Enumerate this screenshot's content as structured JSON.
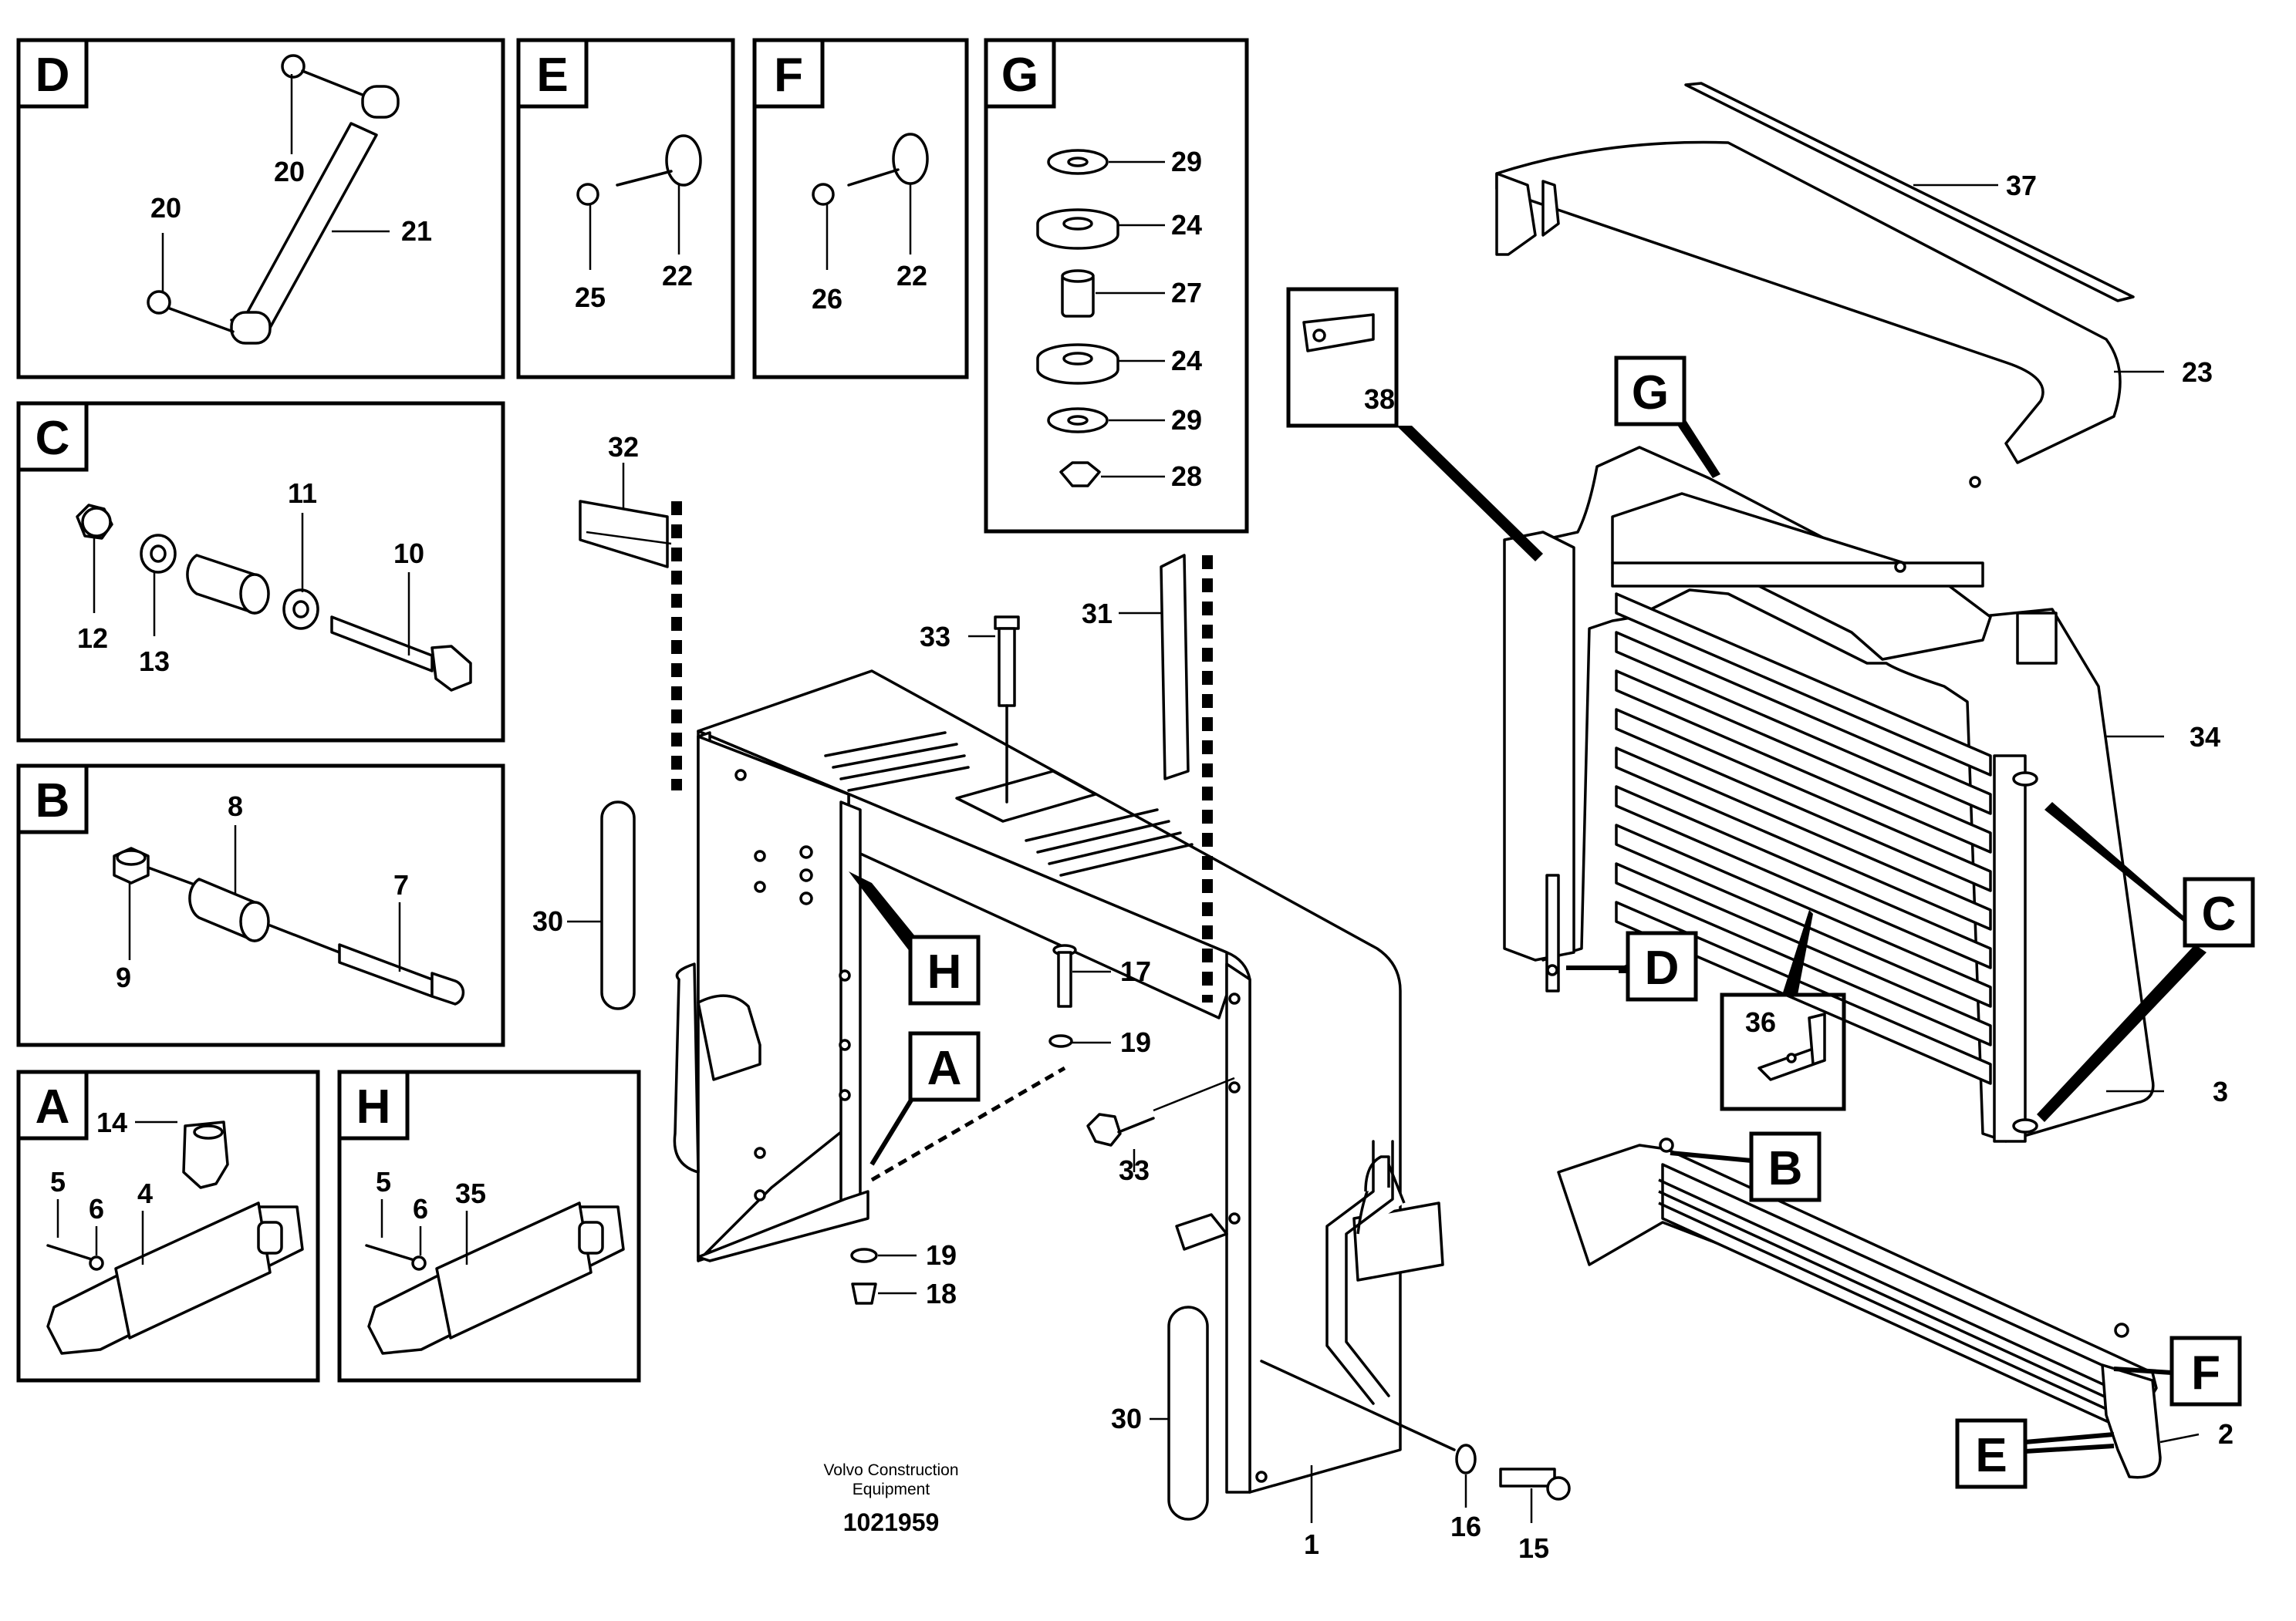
{
  "diagram": {
    "detail_tags": [
      "D",
      "E",
      "F",
      "G",
      "C",
      "B",
      "A",
      "H"
    ],
    "callout_tags": [
      "G",
      "H",
      "A",
      "C",
      "D",
      "B",
      "F",
      "E"
    ],
    "part_numbers": {
      "p1": "1",
      "p2": "2",
      "p3": "3",
      "p5": "5",
      "p6": "6",
      "p7": "7",
      "p8": "8",
      "p9": "9",
      "p10": "10",
      "p11": "11",
      "p12": "12",
      "p13": "13",
      "p14": "14",
      "p15": "15",
      "p16": "16",
      "p17": "17",
      "p18": "18",
      "p19": "19",
      "p20": "20",
      "p21": "21",
      "p22": "22",
      "p23": "23",
      "p24": "24",
      "p25": "25",
      "p26": "26",
      "p27": "27",
      "p28": "28",
      "p29": "29",
      "p30": "30",
      "p31": "31",
      "p32": "32",
      "p33": "33",
      "p34": "34",
      "p35": "35",
      "p36": "36",
      "p37": "37",
      "p38": "38",
      "p4": "4"
    },
    "footer": {
      "company_line1": "Volvo Construction",
      "company_line2": "Equipment",
      "document_number": "1021959"
    }
  }
}
